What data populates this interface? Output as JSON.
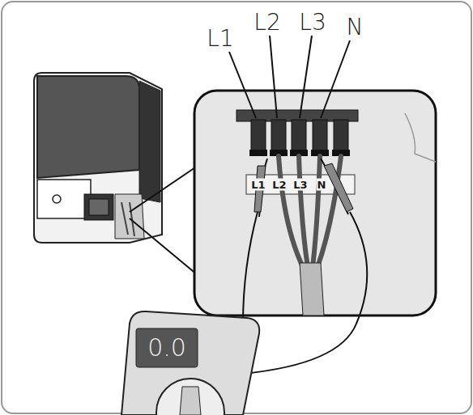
{
  "diagram": {
    "labels": [
      "L1",
      "L2",
      "L3",
      "N",
      "L1",
      "L2",
      "L3",
      "N",
      "0.0"
    ]
  }
}
